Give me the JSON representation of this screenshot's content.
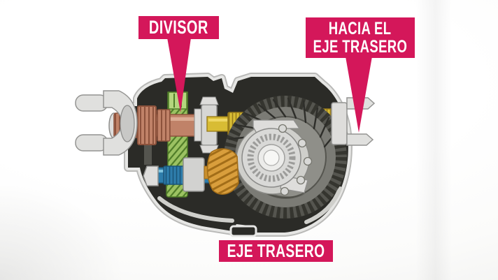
{
  "banners": {
    "divisor": {
      "text": "DIVISOR"
    },
    "hacia_el_eje_trasero": {
      "line1": "HACIA EL",
      "line2": "EJE TRASERO"
    },
    "eje_trasero": {
      "text": "EJE TRASERO"
    }
  },
  "colors": {
    "banner_pink": "#d4175a",
    "label_text": "#ffffff",
    "housing_dark": "#2b2b27",
    "housing_rim": "#e6e6e4",
    "metal_light": "#dedddb",
    "metal_mid": "#b2b2ae",
    "metal_stroke": "#8e8e8c",
    "divider_gear_green": "#9cc262",
    "green_light": "#b4d67e",
    "green_dark": "#4f7c28",
    "input_shaft_copper": "#c08268",
    "copper_light": "#e0b49c",
    "copper_dark": "#8c523c",
    "output_shaft_yellow": "#d8bc34",
    "yellow_light": "#efd866",
    "yellow_dark": "#96791a",
    "countershaft_blue": "#2e7dab",
    "blue_light": "#7fc3de",
    "blue_dark": "#1b5578",
    "pinion_orange": "#d99e3c",
    "orange_dark": "#a26d18",
    "ring_gear_body": "#7b7b75",
    "ring_gear_teeth": "#35352f",
    "ring_gear_face": "#8f8f89"
  }
}
